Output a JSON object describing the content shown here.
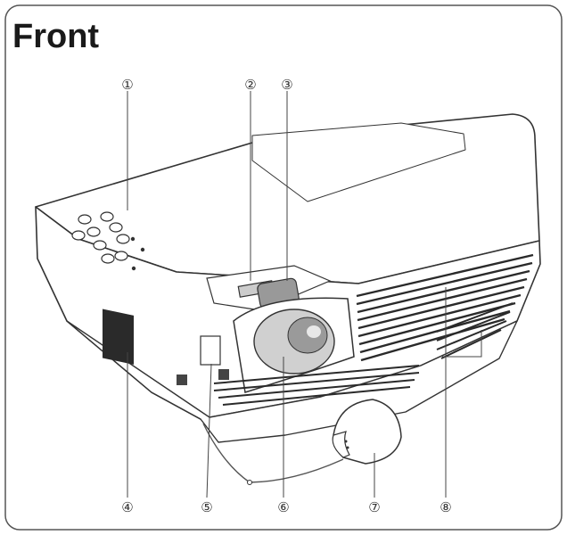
{
  "title": "Front",
  "callouts": [
    "①",
    "②",
    "③",
    "④",
    "⑤",
    "⑥",
    "⑦",
    "⑧"
  ],
  "colors": {
    "border": "#555555",
    "outline": "#333333",
    "lens": "#d0d0d0",
    "text": "#1a1a1a"
  }
}
